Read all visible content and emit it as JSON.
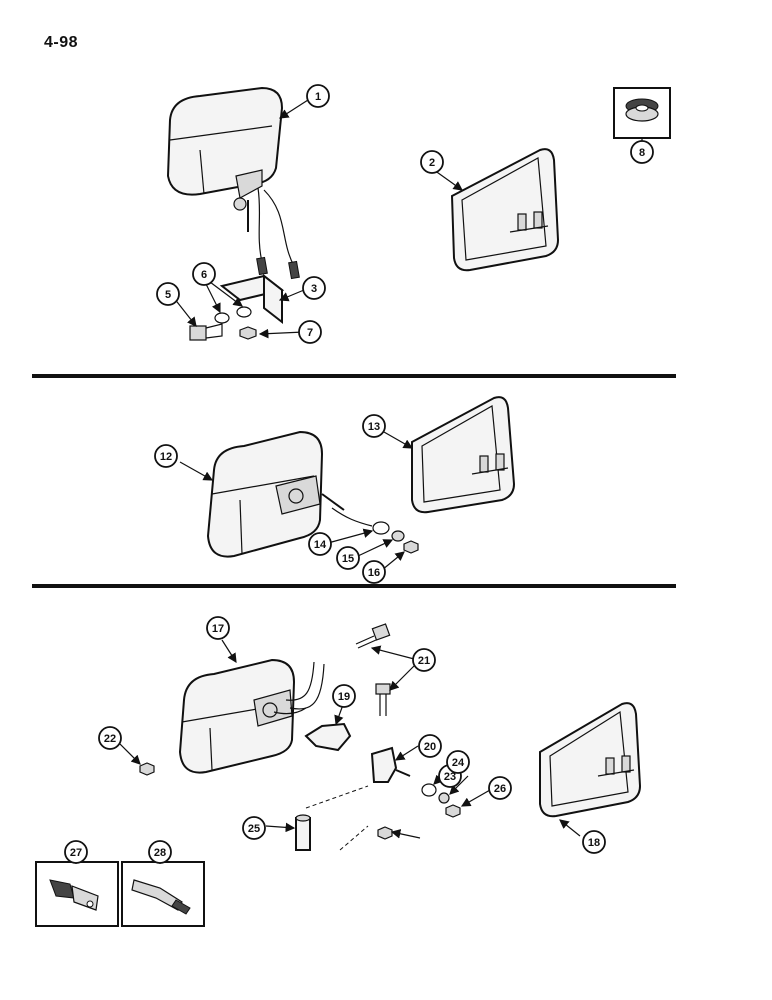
{
  "page_number": "4-98",
  "callouts": [
    "1",
    "2",
    "3",
    "5",
    "6",
    "7",
    "8",
    "12",
    "13",
    "14",
    "15",
    "16",
    "17",
    "18",
    "19",
    "20",
    "21",
    "22",
    "23",
    "24",
    "25",
    "26",
    "27",
    "28"
  ]
}
